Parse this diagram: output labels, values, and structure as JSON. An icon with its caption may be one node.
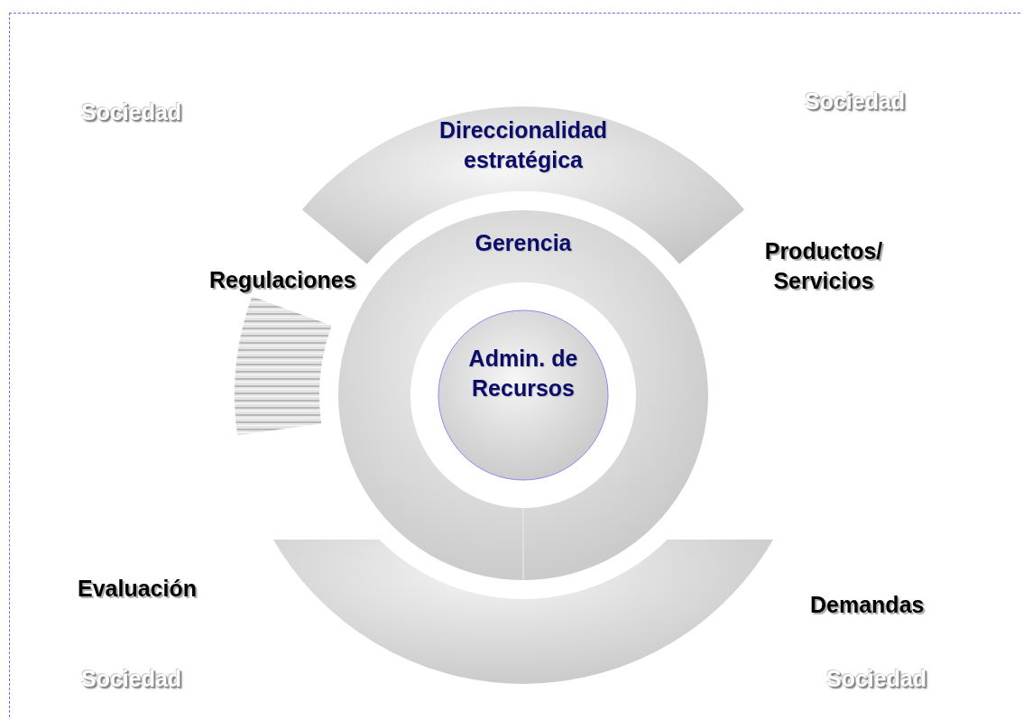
{
  "diagram": {
    "nodes": [
      {
        "text": [
          "Direccionalidad estratégica"
        ]
      },
      {
        "text": [],
        "shape": "band"
      },
      {
        "text": [
          "Gerencia"
        ]
      },
      {
        "text": [
          "Admin. de Recursos"
        ],
        "in": 2
      },
      {
        "text": [],
        "shape": "band"
      }
    ],
    "labels": [
      "Sociedad",
      "Sociedad",
      "Regulaciones",
      "Productos/ Servicios",
      "Evaluación",
      "Demandas",
      "Sociedad",
      "Sociedad"
    ]
  }
}
